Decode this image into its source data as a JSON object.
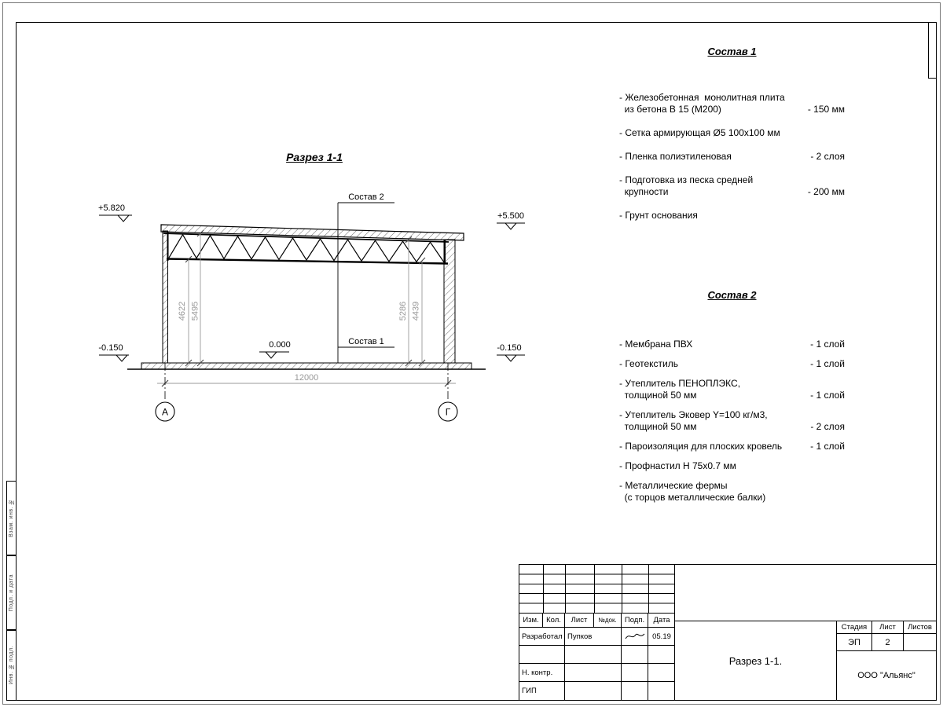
{
  "sheet": {
    "bg": "#ffffff",
    "line_color": "#000000",
    "dim_color": "#999999"
  },
  "drawing": {
    "title": "Разрез 1-1",
    "labels": {
      "sostav1": "Состав 1",
      "sostav2": "Состав 2"
    },
    "elevations": {
      "top_left": "+5.820",
      "top_right": "+5.500",
      "bottom_left": "-0.150",
      "bottom_right": "-0.150",
      "zero": "0.000"
    },
    "dimensions": {
      "span": "12000",
      "left_inner": "4622",
      "left_outer": "5495",
      "right_inner": "5286",
      "right_outer": "4439"
    },
    "axes": {
      "left": "А",
      "right": "Г"
    }
  },
  "spec1": {
    "title": "Состав 1",
    "items": [
      {
        "text": "- Железобетонная  монолитная плита\n  из бетона В 15 (М200)",
        "value": "- 150 мм"
      },
      {
        "text": "- Сетка армирующая Ø5 100х100 мм",
        "value": ""
      },
      {
        "text": "- Пленка полиэтиленовая",
        "value": "- 2 слоя"
      },
      {
        "text": "- Подготовка из песка средней\n  крупности",
        "value": "- 200 мм"
      },
      {
        "text": "- Грунт основания",
        "value": ""
      }
    ]
  },
  "spec2": {
    "title": "Состав 2",
    "items": [
      {
        "text": "- Мембрана ПВХ",
        "value": "- 1 слой"
      },
      {
        "text": "- Геотекстиль",
        "value": "- 1 слой"
      },
      {
        "text": "- Утеплитель ПЕНОПЛЭКС,\n  толщиной 50 мм",
        "value": "- 1 слой"
      },
      {
        "text": "- Утеплитель Эковер Y=100 кг/м3,\n  толщиной 50 мм",
        "value": "- 2 слоя"
      },
      {
        "text": "- Пароизоляция для плоских кровель",
        "value": "- 1 слой"
      },
      {
        "text": "- Профнастил Н 75х0.7 мм",
        "value": ""
      },
      {
        "text": "- Металлические фермы\n  (с торцов металлические балки)",
        "value": ""
      }
    ]
  },
  "titleblock": {
    "headers": [
      "Изм.",
      "Кол.",
      "Лист",
      "№док.",
      "Подп.",
      "Дата"
    ],
    "rows": [
      {
        "role": "Разработал",
        "name": "Пупков",
        "date": "05.19"
      },
      {
        "role": "",
        "name": "",
        "date": ""
      },
      {
        "role": "Н. контр.",
        "name": "",
        "date": ""
      },
      {
        "role": "ГИП",
        "name": "",
        "date": ""
      }
    ],
    "doc_title": "Разрез 1-1.",
    "company": "ООО \"Альянс\"",
    "stage_label": "Стадия",
    "sheet_label": "Лист",
    "sheets_label": "Листов",
    "stage_value": "ЭП",
    "sheet_value": "2",
    "sheets_value": ""
  },
  "side_labels": [
    "Взам. инв. №",
    "Подп. и дата",
    "Инв. № подл."
  ]
}
